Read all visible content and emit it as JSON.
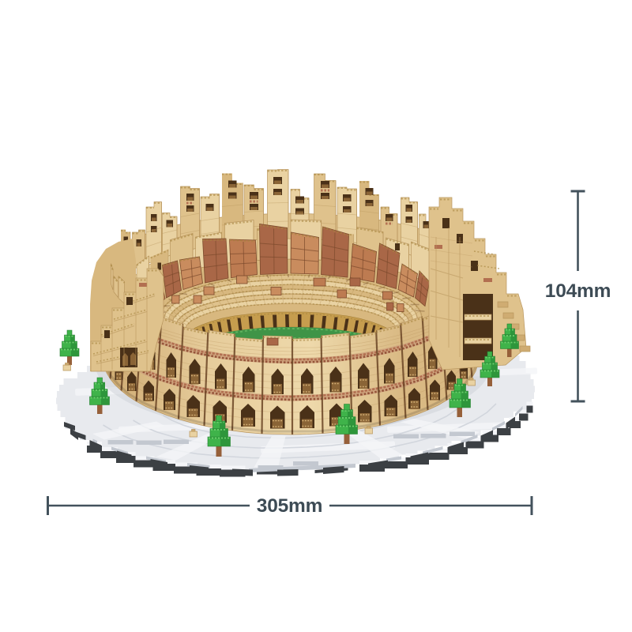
{
  "scene": {
    "type": "product-photo",
    "subject": "Colosseum micro building-block model on a gray baseplate with trees",
    "background": "#ffffff"
  },
  "dimension_annotations": {
    "height": {
      "label": "104mm"
    },
    "width": {
      "label": "305mm"
    },
    "line_color": "#43525c",
    "label_color": "#3d4b55"
  },
  "palette": {
    "tan1": "#e9d2a2",
    "tan2": "#dfc28c",
    "tan2b": "#d8b87f",
    "tan3": "#cfac72",
    "tan_outline": "#b9965e",
    "arch_dark": "#4a3118",
    "arch_inner": "#8a6436",
    "band_red": "#b26f50",
    "band_red_dark": "#96553a",
    "band_base": "#cfa57e",
    "arch_stud": "#d9b67c",
    "seam_brown": "#6b4526",
    "stud_shadow": "#a8853f",
    "gold": "#c69d4e",
    "gold_dark": "#a07d36",
    "terracotta1": "#bd7b51",
    "terracotta2": "#a96747",
    "terracotta3": "#c98c5e",
    "terracotta_dark": "#7c4a2c",
    "arena_green": "#3f9447",
    "arena_stud": "#63b45f",
    "tree_green": "#3fb34a",
    "tree_green_dark": "#2c9138",
    "tree_stud": "#6fd06f",
    "trunk_brown": "#96603a",
    "base_light": "#e8eaee",
    "base_mid": "#c3c8d0",
    "base_streak": "#d2d6dd",
    "base_highlight": "#f4f5f8",
    "base_dark": "#3c4044"
  }
}
